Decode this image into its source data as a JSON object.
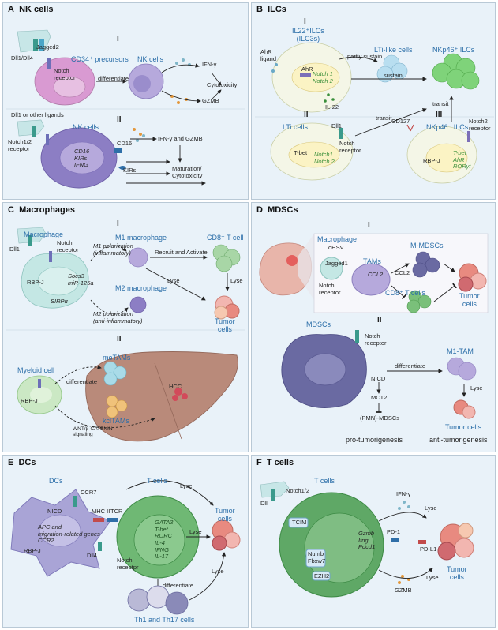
{
  "panels": {
    "A": {
      "letter": "A",
      "title": "NK cells",
      "roman1": "I",
      "roman2": "II",
      "jagged2": "Jagged2",
      "dll1_dll4": "Dll1/Dll4",
      "cd34": "CD34⁺ precursors",
      "notch_receptor": "Notch\nreceptor",
      "differentiate": "differentiate",
      "nk_cells_1": "NK cells",
      "ifn_g": "IFN-γ",
      "cytotoxicity": "Cytotoxicity",
      "gzmb": "GZMB",
      "dll1_other": "Dll1 or other ligands",
      "notch12_receptor": "Notch1/2\nreceptor",
      "nk_cells_2": "NK cells",
      "genes": "CD16\nKIRs\nIFNG",
      "cd16": "CD16",
      "kirs": "KIRs",
      "ifn_gzmb": "IFN-γ and GZMB",
      "maturation": "Maturation/\nCytotoxicity"
    },
    "B": {
      "letter": "B",
      "title": "ILCs",
      "roman1": "I",
      "roman2": "II",
      "roman3": "III",
      "il22_ilcs": "IL22⁺ILCs\n(ILC3s)",
      "ahr_ligand": "AhR\nligand",
      "ahr": "AhR",
      "notch1_2": "Notch 1\nNotch 2",
      "lti_like": "LTi-like cells",
      "partly_sustain": "partly sustain",
      "sustain": "sustain",
      "nkp46_ilcs": "NKp46⁺ ILCs",
      "il22": "IL-22",
      "lti_cells": "LTi cells",
      "dll1": "Dll1",
      "notch_receptor": "Notch\nreceptor",
      "transit1": "transit",
      "transit2": "transit",
      "tbet": "T-bet",
      "notch1_2b": "Notch1\nNotch 2",
      "cd127": "CD127",
      "nkp46_minus": "NKp46⁻ ILCs",
      "notch2_receptor": "Notch2\nreceptor",
      "rbpj": "RBP-J",
      "genes": "T-bet\nAhR\nRORγt"
    },
    "C": {
      "letter": "C",
      "title": "Macrophages",
      "roman1": "I",
      "roman2": "II",
      "macrophage": "Macrophage",
      "dll1": "Dll1",
      "notch_receptor": "Notch\nreceptor",
      "m1": "M1 macrophage",
      "m1_pol": "M1 polarization\n(inflammatory)",
      "recruit": "Recruit and Activate",
      "cd8": "CD8⁺ T cell",
      "socs3": "Socs3\nmiR-125a",
      "rbpj": "RBP-J",
      "sirpa": "SIRPα",
      "m2": "M2 macrophage",
      "lyse1": "Lyse",
      "lyse2": "Lyse",
      "m2_pol": "M2 polarization\n(anti-inflammatory)",
      "tumor": "Tumor\ncells",
      "myeloid": "Myeloid cell",
      "motams": "moTAMs",
      "differentiate": "differentiate",
      "kcltams": "kclTAMs",
      "hcc": "HCC",
      "rbpj2": "RBP-J",
      "wnt": "WNT/β-CATENIN\nsignaling"
    },
    "D": {
      "letter": "D",
      "title": "MDSCs",
      "roman1": "I",
      "roman2": "II",
      "macrophage": "Macrophage",
      "ohsv": "oHSV",
      "tams": "TAMs",
      "jagged1": "Jagged1",
      "ccl2_gene": "CCL2",
      "ccl2": "CCL2",
      "notch_receptor": "Notch\nreceptor",
      "mmdscs": "M-MDSCs",
      "cd8": "CD8⁺ T cells",
      "tumor": "Tumor\ncells",
      "mdscs": "MDSCs",
      "notch_receptor2": "Notch\nreceptor",
      "m1tam": "M1-TAM",
      "differentiate": "differentiate",
      "nicd": "NICD",
      "lyse": "Lyse",
      "mct2": "MCT2",
      "pmn": "(PMN)-MDSCs",
      "tumor2": "Tumor cells",
      "pro": "pro-tumorigenesis",
      "anti": "anti-tumorigenesis"
    },
    "E": {
      "letter": "E",
      "title": "DCs",
      "dcs": "DCs",
      "tcells": "T cells",
      "ccr7": "CCR7",
      "nicd": "NICD",
      "mhc": "MHC II",
      "tcr": "TCR",
      "apc": "APC and\nmigration-related genes\nCCR2",
      "rbpj": "RBP-J",
      "dll4": "Dll4",
      "notch_receptor": "Notch\nreceptpr",
      "genes": "GATA3\nT-bet\nRORC\nIL-4\nIFNG\nIL-17",
      "lyse1": "Lyse",
      "lyse2": "Lyse",
      "lyse3": "Lyse",
      "tumor": "Tumor\ncells",
      "differentiate": "differentiate",
      "th": "Th1 and Th17 cells"
    },
    "F": {
      "letter": "F",
      "title": "T cells",
      "tcells": "T cells",
      "dll": "Dll",
      "notch12": "Notch1/2",
      "tcim": "TCIM",
      "genes": "Gzmb\nIfng\nPdcd1",
      "numb": "Numb\nFbxw7",
      "ezh2": "EZH2",
      "ifn_g": "IFN-γ",
      "lyse1": "Lyse",
      "lyse2": "Lyse",
      "pd1": "PD-1",
      "pdl1": "PD-L1",
      "gzmb": "GZMB",
      "tumor": "Tumor\ncells"
    }
  },
  "colors": {
    "panel_bg": "#e9f2f9",
    "nk_purple": "#b6a9dc",
    "precursor_pink": "#d99ad2",
    "ilc_green": "#7fd37a",
    "lti_blue": "#b8def0",
    "macro_teal": "#c4e7e4",
    "tumor_pink": "#f2b6b0",
    "liver": "#b98a7a",
    "mdsc_purple": "#6a6aa2",
    "tcell_green": "#5fa866",
    "accent_blue": "#2b6ea8",
    "gene_green": "#3a8f3a"
  }
}
